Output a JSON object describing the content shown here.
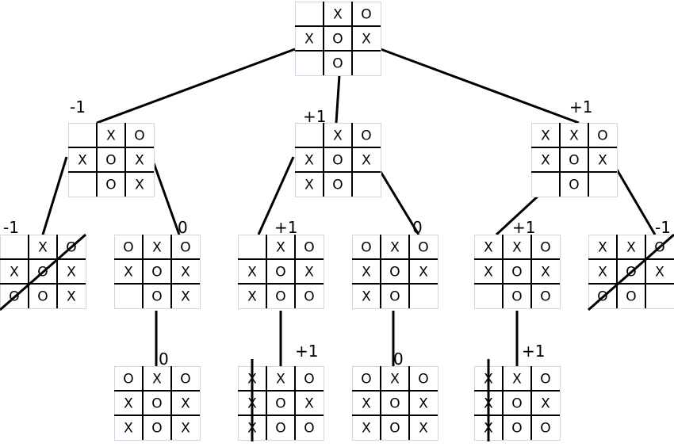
{
  "diagram": {
    "colors": {
      "grid": "#000000",
      "border": "#c8d8ec",
      "edge": "#000000",
      "win_line": "#000000"
    },
    "nodes": [
      {
        "id": "root",
        "cells": [
          "",
          "X",
          "O",
          "X",
          "O",
          "X",
          "",
          "O",
          ""
        ],
        "score": ""
      },
      {
        "id": "a",
        "cells": [
          "",
          "X",
          "O",
          "X",
          "O",
          "X",
          "",
          "O",
          "X"
        ],
        "score": "-1"
      },
      {
        "id": "b",
        "cells": [
          "",
          "X",
          "O",
          "X",
          "O",
          "X",
          "X",
          "O",
          ""
        ],
        "score": "+1"
      },
      {
        "id": "c",
        "cells": [
          "X",
          "X",
          "O",
          "X",
          "O",
          "X",
          "",
          "O",
          ""
        ],
        "score": "+1"
      },
      {
        "id": "a1",
        "cells": [
          "",
          "X",
          "O",
          "X",
          "O",
          "X",
          "O",
          "O",
          "X"
        ],
        "score": "-1",
        "win": "anti-diagonal"
      },
      {
        "id": "a2",
        "cells": [
          "O",
          "X",
          "O",
          "X",
          "O",
          "X",
          "",
          "O",
          "X"
        ],
        "score": "0"
      },
      {
        "id": "b1",
        "cells": [
          "",
          "X",
          "O",
          "X",
          "O",
          "X",
          "X",
          "O",
          "O"
        ],
        "score": "+1"
      },
      {
        "id": "b2",
        "cells": [
          "O",
          "X",
          "O",
          "X",
          "O",
          "X",
          "X",
          "O",
          ""
        ],
        "score": "0"
      },
      {
        "id": "c1",
        "cells": [
          "X",
          "X",
          "O",
          "X",
          "O",
          "X",
          "",
          "O",
          "O"
        ],
        "score": "+1"
      },
      {
        "id": "c2",
        "cells": [
          "X",
          "X",
          "O",
          "X",
          "O",
          "X",
          "O",
          "O",
          ""
        ],
        "score": "-1",
        "win": "anti-diagonal"
      },
      {
        "id": "a2x",
        "cells": [
          "O",
          "X",
          "O",
          "X",
          "O",
          "X",
          "X",
          "O",
          "X"
        ],
        "score": "0"
      },
      {
        "id": "b1x",
        "cells": [
          "X",
          "X",
          "O",
          "X",
          "O",
          "X",
          "X",
          "O",
          "O"
        ],
        "score": "+1",
        "win": "column-1"
      },
      {
        "id": "b2x",
        "cells": [
          "O",
          "X",
          "O",
          "X",
          "O",
          "X",
          "X",
          "O",
          "X"
        ],
        "score": "0"
      },
      {
        "id": "c1x",
        "cells": [
          "X",
          "X",
          "O",
          "X",
          "O",
          "X",
          "X",
          "O",
          "O"
        ],
        "score": "+1",
        "win": "column-1"
      }
    ],
    "edges": [
      [
        "root",
        "a"
      ],
      [
        "root",
        "b"
      ],
      [
        "root",
        "c"
      ],
      [
        "a",
        "a1"
      ],
      [
        "a",
        "a2"
      ],
      [
        "b",
        "b1"
      ],
      [
        "b",
        "b2"
      ],
      [
        "c",
        "c1"
      ],
      [
        "c",
        "c2"
      ],
      [
        "a2",
        "a2x"
      ],
      [
        "b1",
        "b1x"
      ],
      [
        "b2",
        "b2x"
      ],
      [
        "c1",
        "c1x"
      ]
    ]
  }
}
